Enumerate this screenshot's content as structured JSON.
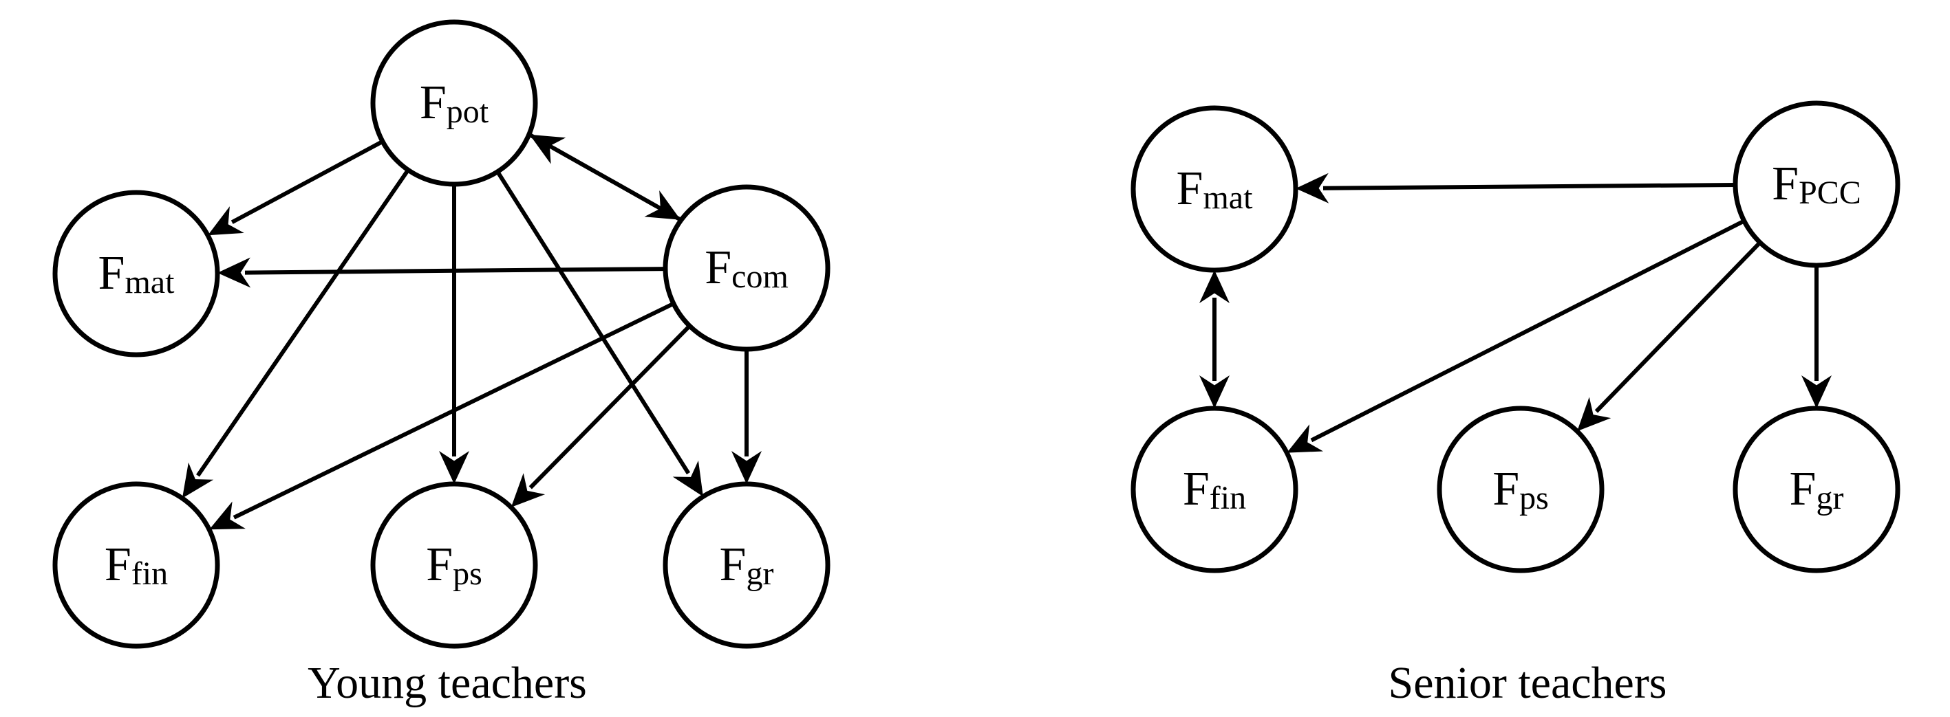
{
  "panels": [
    {
      "caption": "Young teachers",
      "nodes": [
        {
          "id": "pot",
          "main": "F",
          "sub": "pot"
        },
        {
          "id": "mat",
          "main": "F",
          "sub": "mat"
        },
        {
          "id": "com",
          "main": "F",
          "sub": "com"
        },
        {
          "id": "fin",
          "main": "F",
          "sub": "fin"
        },
        {
          "id": "ps",
          "main": "F",
          "sub": "ps"
        },
        {
          "id": "gr",
          "main": "F",
          "sub": "gr"
        }
      ],
      "edges": [
        {
          "from": "pot",
          "to": "mat"
        },
        {
          "from": "pot",
          "to": "fin"
        },
        {
          "from": "pot",
          "to": "ps"
        },
        {
          "from": "pot",
          "to": "gr"
        },
        {
          "from": "pot",
          "to": "com"
        },
        {
          "from": "com",
          "to": "pot"
        },
        {
          "from": "com",
          "to": "mat"
        },
        {
          "from": "com",
          "to": "fin"
        },
        {
          "from": "com",
          "to": "ps"
        },
        {
          "from": "com",
          "to": "gr"
        }
      ]
    },
    {
      "caption": "Senior teachers",
      "nodes": [
        {
          "id": "mat",
          "main": "F",
          "sub": "mat"
        },
        {
          "id": "pcc",
          "main": "F",
          "sub": "PCC"
        },
        {
          "id": "fin",
          "main": "F",
          "sub": "fin"
        },
        {
          "id": "ps",
          "main": "F",
          "sub": "ps"
        },
        {
          "id": "gr",
          "main": "F",
          "sub": "gr"
        }
      ],
      "edges": [
        {
          "from": "pcc",
          "to": "mat"
        },
        {
          "from": "pcc",
          "to": "fin"
        },
        {
          "from": "pcc",
          "to": "ps"
        },
        {
          "from": "pcc",
          "to": "gr"
        },
        {
          "from": "mat",
          "to": "fin",
          "bidirectional": true
        }
      ]
    }
  ]
}
